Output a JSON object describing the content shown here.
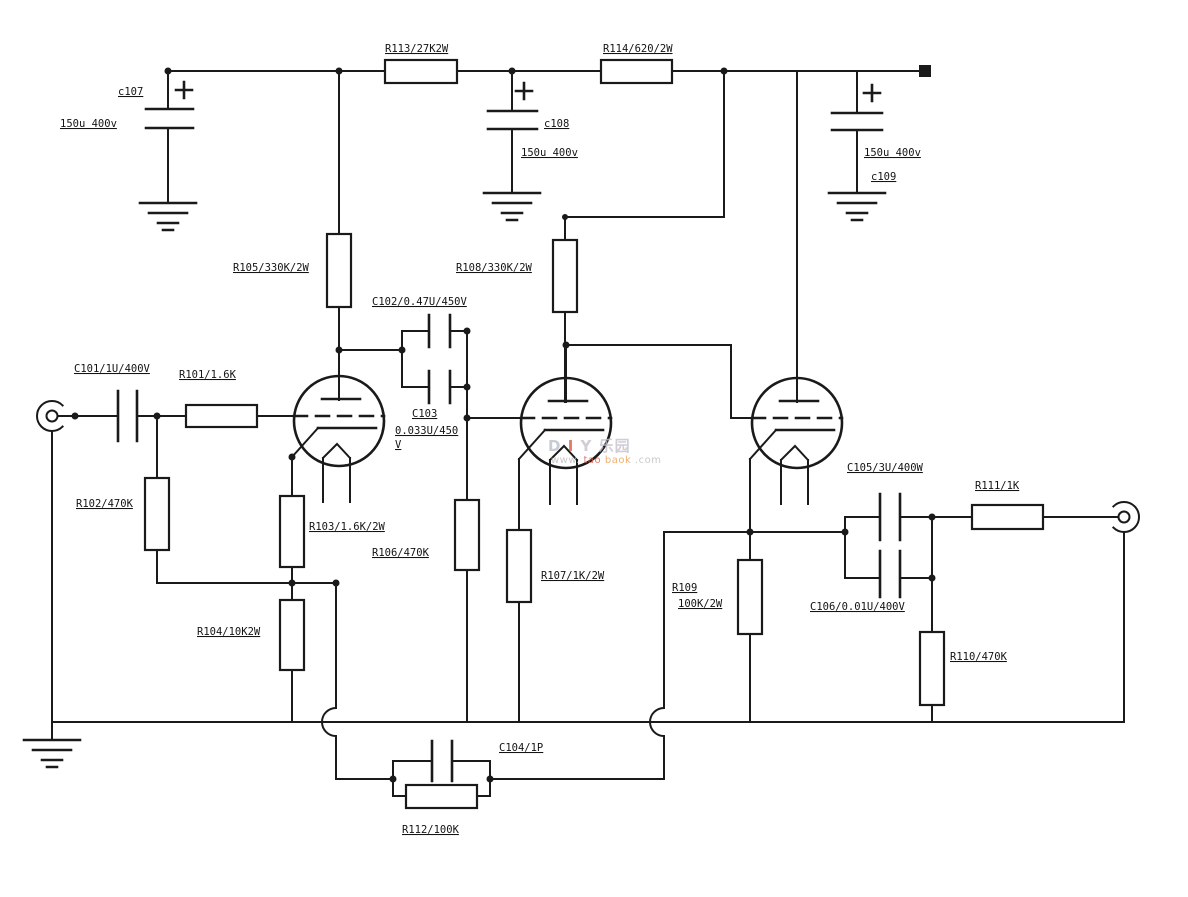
{
  "colors": {
    "background": "#ffffff",
    "wire": "#1a1a1a",
    "watermark_gray": "#b9bfcb",
    "watermark_light": "#c6c0cc",
    "watermark_red": "#dd5a45",
    "watermark_orange": "#eb9d4e"
  },
  "labels": {
    "c107_name": "c107",
    "c107_value": "150u 400v",
    "c108_name": "c108",
    "c108_value": "150u 400v",
    "c109_name": "c109",
    "c109_value": "150u 400v",
    "r113": "R113/27K2W",
    "r114": "R114/620/2W",
    "r105": "R105/330K/2W",
    "r108": "R108/330K/2W",
    "c102": "C102/0.47U/450V",
    "c103_l1": "C103",
    "c103_l2": "0.033U/450",
    "c103_l3": "V",
    "c101": "C101/1U/400V",
    "r101": "R101/1.6K",
    "r102": "R102/470K",
    "r103": "R103/1.6K/2W",
    "r104": "R104/10K2W",
    "r106": "R106/470K",
    "r107": "R107/1K/2W",
    "r109_l1": "R109",
    "r109_l2": "100K/2W",
    "c104": "C104/1P",
    "r112": "R112/100K",
    "c105": "C105/3U/400W",
    "c106": "C106/0.01U/400V",
    "r111": "R111/1K",
    "r110": "R110/470K"
  },
  "watermark": {
    "l1a": "D",
    "l1b": "I",
    "l1c": "Y 乐园",
    "l2a": "www.",
    "l2b": "tao",
    "l2c": "baok",
    "l2d": ".com"
  }
}
